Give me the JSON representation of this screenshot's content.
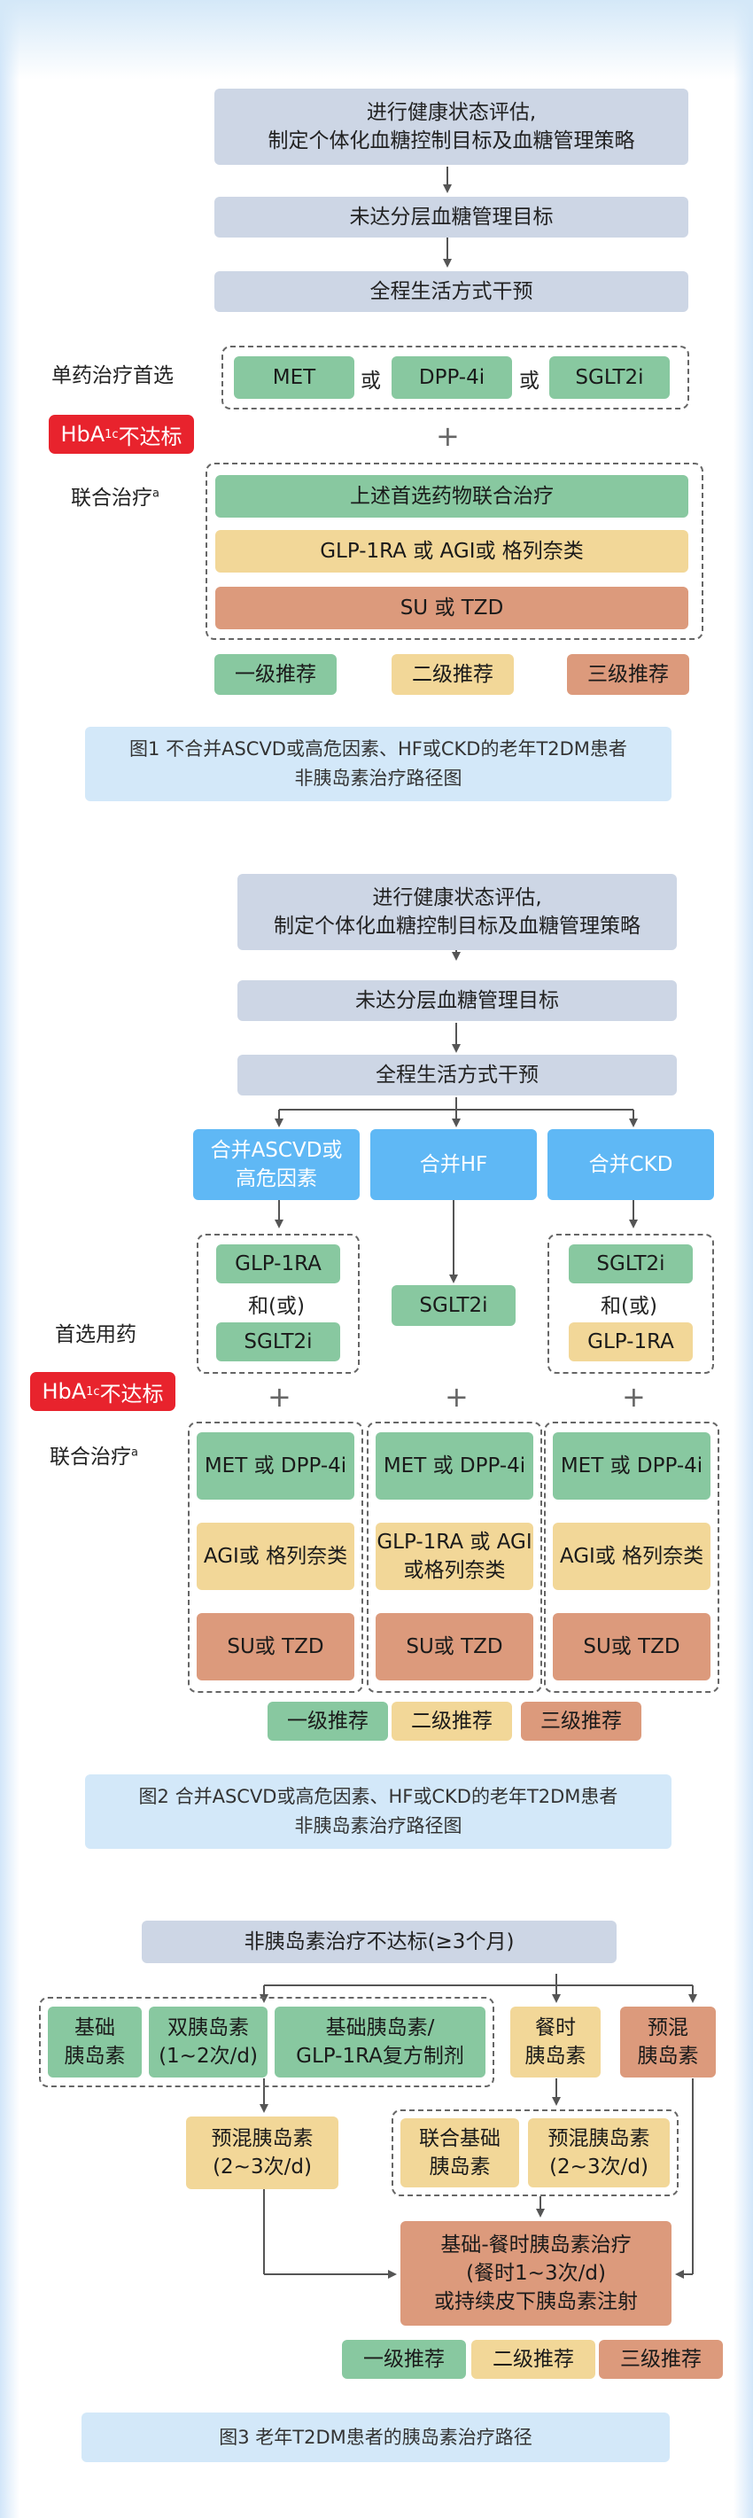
{
  "f1": {
    "step1": "进行健康状态评估,\n制定个体化血糖控制目标及血糖管理策略",
    "step2": "未达分层血糖管理目标",
    "step3": "全程生活方式干预",
    "mono_label": "单药治疗首选",
    "met": "MET",
    "or1": "或",
    "dpp4": "DPP-4i",
    "or2": "或",
    "sglt2": "SGLT2i",
    "badge_pre": "HbA",
    "badge_sub": "1c",
    "badge_post": "不达标",
    "plus": "+",
    "combo_label": "联合治疗",
    "combo_sup": "a",
    "combo1": "上述首选药物联合治疗",
    "combo2": "GLP-1RA 或 AGI或 格列奈类",
    "combo3": "SU 或 TZD",
    "legend1": "一级推荐",
    "legend2": "二级推荐",
    "legend3": "三级推荐",
    "caption": "图1 不合并ASCVD或高危因素、HF或CKD的老年T2DM患者\n非胰岛素治疗路径图"
  },
  "f2": {
    "step1": "进行健康状态评估,\n制定个体化血糖控制目标及血糖管理策略",
    "step2": "未达分层血糖管理目标",
    "step3": "全程生活方式干预",
    "ascvd": "合并ASCVD或\n高危因素",
    "hf": "合并HF",
    "ckd": "合并CKD",
    "glp1_a": "GLP-1RA",
    "andor_a": "和(或)",
    "sglt2_a": "SGLT2i",
    "sglt2_hf": "SGLT2i",
    "sglt2_c": "SGLT2i",
    "andor_c": "和(或)",
    "glp1_c": "GLP-1RA",
    "first_label": "首选用药",
    "badge_pre": "HbA",
    "badge_sub": "1c",
    "badge_post": "不达标",
    "combo_label": "联合治疗",
    "combo_sup": "a",
    "plus": "+",
    "c1_1": "MET 或 DPP-4i",
    "c1_2": "AGI或 格列奈类",
    "c1_3": "SU或 TZD",
    "c2_1": "MET 或 DPP-4i",
    "c2_2": "GLP-1RA 或 AGI\n或格列奈类",
    "c2_3": "SU或 TZD",
    "c3_1": "MET 或 DPP-4i",
    "c3_2": "AGI或 格列奈类",
    "c3_3": "SU或 TZD",
    "legend1": "一级推荐",
    "legend2": "二级推荐",
    "legend3": "三级推荐",
    "caption": "图2 合并ASCVD或高危因素、HF或CKD的老年T2DM患者\n非胰岛素治疗路径图"
  },
  "f3": {
    "top": "非胰岛素治疗不达标(≥3个月)",
    "basal": "基础\n胰岛素",
    "dual": "双胰岛素\n(1~2次/d)",
    "basal_glp": "基础胰岛素/\nGLP-1RA复方制剂",
    "prandial": "餐时\n胰岛素",
    "premix": "预混\n胰岛素",
    "premix_23_left": "预混胰岛素\n(2~3次/d)",
    "combined_basal": "联合基础\n胰岛素",
    "premix_23_right": "预混胰岛素\n(2~3次/d)",
    "basal_bolus": "基础-餐时胰岛素治疗\n(餐时1~3次/d)\n或持续皮下胰岛素注射",
    "legend1": "一级推荐",
    "legend2": "二级推荐",
    "legend3": "三级推荐",
    "caption": "图3 老年T2DM患者的胰岛素治疗路径"
  },
  "colors": {
    "grade1": "#88c8a0",
    "grade2": "#f2d798",
    "grade3": "#dc9a7c",
    "process": "#cdd6e5",
    "comorbidity": "#5fb8f5",
    "alert": "#e8232d",
    "caption_bg": "#d3e8f9"
  }
}
